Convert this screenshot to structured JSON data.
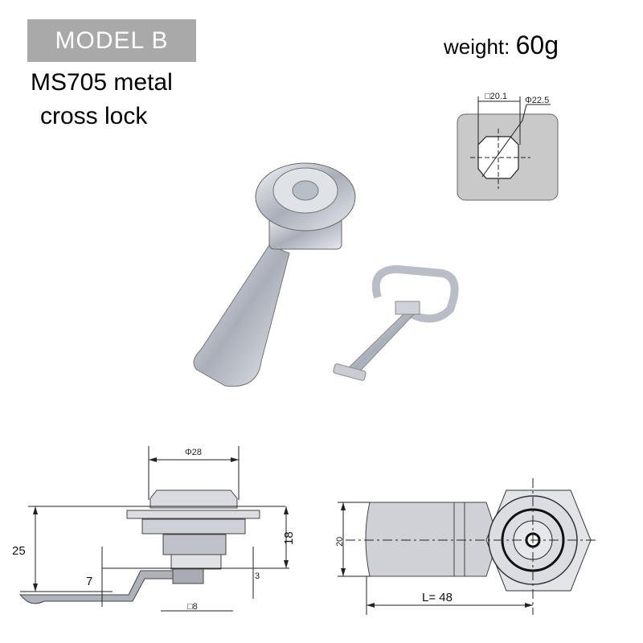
{
  "badge": {
    "label": "MODEL B"
  },
  "product": {
    "line1": "MS705 metal",
    "line2": "cross lock"
  },
  "weight": {
    "label": "weight:",
    "value": "60g"
  },
  "cutout": {
    "square_dim": "□20.1",
    "diameter_dim": "Φ22.5"
  },
  "side_view": {
    "diameter": "Φ28",
    "height_total": "25",
    "height_body": "18",
    "cam_offset": "7",
    "cam_thickness": "3",
    "square_shaft": "□8"
  },
  "top_view": {
    "width": "20",
    "length": "L= 48"
  },
  "colors": {
    "badge_bg": "#a9a9a9",
    "cutout_plate": "#c9c9c9",
    "metal": "#c8ccd2"
  }
}
